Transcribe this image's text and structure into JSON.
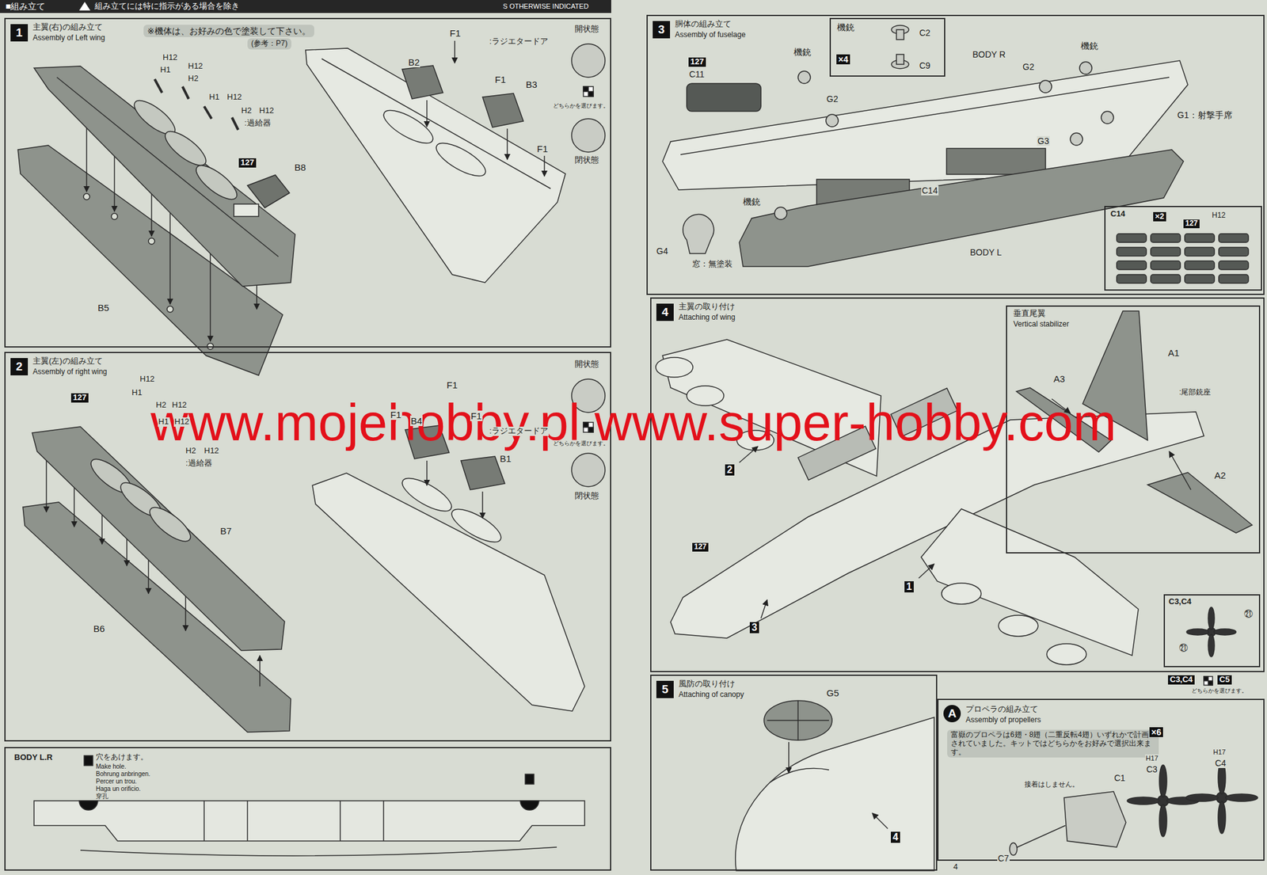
{
  "diagram": {
    "nodes": [
      {
        "text": [
          "1",
          "主翼(右)の組み立て",
          "Assembly of Left wing"
        ]
      },
      {
        "text": [
          "2",
          "主翼(左)の組み立て",
          "Assembly of right wing"
        ]
      },
      {
        "text": [
          "BODY L.R"
        ]
      },
      {
        "text": [
          "3",
          "胴体の組み立て",
          "Assembly of fuselage"
        ]
      },
      {
        "text": [
          "機銃"
        ],
        "in": 3
      },
      {
        "text": [
          "C14"
        ],
        "in": 3
      },
      {
        "text": [
          "4",
          "主翼の取り付け",
          "Attaching of wing"
        ]
      },
      {
        "text": [
          "垂直尾翼",
          "Vertical stabilizer"
        ],
        "in": 6
      },
      {
        "text": [
          "C3,C4"
        ],
        "in": 6
      },
      {
        "text": [
          "5",
          "風防の取り付け",
          "Attaching of canopy"
        ]
      },
      {
        "text": [
          "A",
          "プロペラの組み立て",
          "Assembly of propellers"
        ]
      }
    ],
    "labels": [
      "■組み立て",
      "組み立てには特に指示がある場合を除き",
      "S OTHERWISE INDICATED",
      "※機体は、お好みの色で塗装して下さい。",
      "(参考：P7)",
      "H12",
      "H1",
      "H12",
      "H2",
      "H1",
      "H12",
      "H2",
      "H12",
      ":過給器",
      "127",
      "B8",
      "B5",
      "F1",
      "B2",
      "F1",
      "B3",
      "F1",
      ":ラジエタードア",
      "開状態",
      "どちらかを選びます。",
      "閉状態",
      "H12",
      "127",
      "H1",
      "H2",
      "H12",
      "H1",
      "H12",
      "H2",
      "H12",
      ":過給器",
      "B7",
      "B6",
      "F1",
      "F1",
      "B4",
      "F1",
      ":ラジエタードア",
      "B1",
      "開状態",
      "どちらかを選びます。",
      "閉状態",
      "穴をあけます。",
      "Make hole.",
      "Bohrung anbringen.",
      "Percer un trou.",
      "Haga un orificio.",
      "穿孔",
      "127",
      "C11",
      "機銃",
      "×4",
      "C2",
      "C9",
      "BODY R",
      "G2",
      "機銃",
      "G2",
      "G1：射撃手席",
      "G3",
      "C14",
      "機銃",
      "G4",
      "窓：無塗装",
      "BODY L",
      "×2",
      "127",
      "H12",
      "2",
      "127",
      "3",
      "1",
      "A1",
      "A3",
      ":尾部銃座",
      "A2",
      "㉑",
      "㉑",
      "C3,C4",
      "C5",
      "どちらかを選びます。",
      "G5",
      "4",
      "富嶽のプロペラは6翅・8翅（二重反転4翅）いずれかで計画されていました。キットではどちらかをお好みで選択出来ます。",
      "×6",
      "H17",
      "C3",
      "H17",
      "C4",
      "接着はしません。",
      "C1",
      "C7",
      "4",
      "www.mojehobby.pl www.super-hobby.com"
    ]
  }
}
